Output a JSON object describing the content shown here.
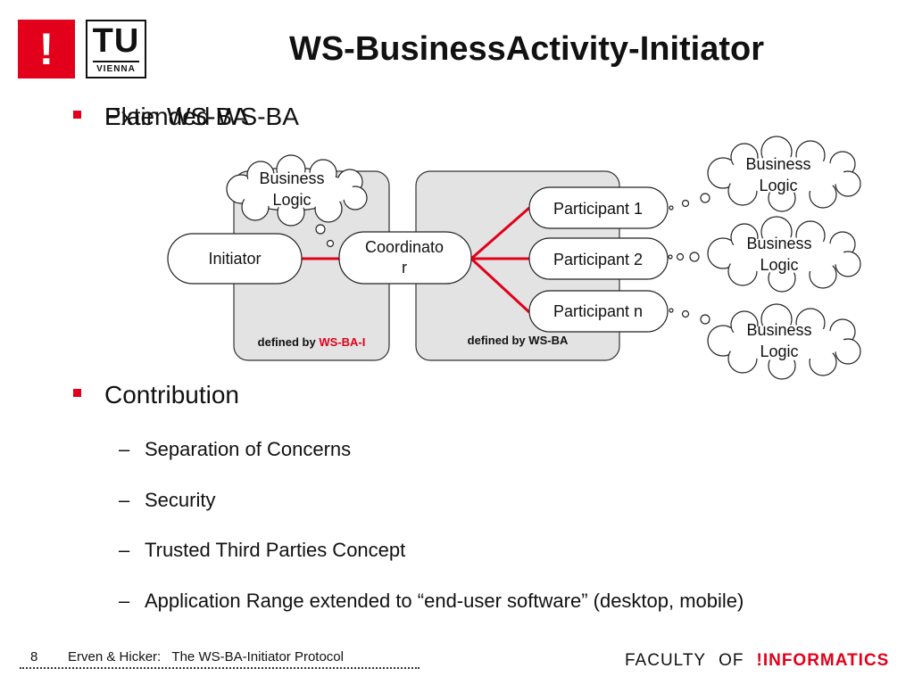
{
  "logos": {
    "exclamation": "!",
    "tu": "TU",
    "vienna": "VIENNA"
  },
  "title": "WS-BusinessActivity-Initiator",
  "bullets": {
    "overlap_a": "Plain WS-BA",
    "overlap_b": "Extended WS-BA",
    "contribution": "Contribution",
    "sub_items": [
      "Separation of Concerns",
      "Security",
      "Trusted Third Parties Concept",
      "Application Range extended to “end-user software” (desktop, mobile)"
    ],
    "dash": "–"
  },
  "diagram": {
    "initiator": "Initiator",
    "coordinator_line1": "Coordinato",
    "coordinator_line2": "r",
    "participants": [
      "Participant 1",
      "Participant 2",
      "Participant n"
    ],
    "cloud_line1": "Business",
    "cloud_line2": "Logic",
    "label_prefix": "defined by",
    "label_wsbai": "WS-BA-I",
    "label_wsba": "WS-BA"
  },
  "footer": {
    "page_number": "8",
    "text": "Erven & Hicker:   The WS-BA-Initiator Protocol",
    "faculty": "FACULTY",
    "of": "OF",
    "informatics": "!INFORMATICS"
  },
  "colors": {
    "accent": "#e2001a",
    "box_fill": "#e3e3e3",
    "ink": "#111111"
  }
}
